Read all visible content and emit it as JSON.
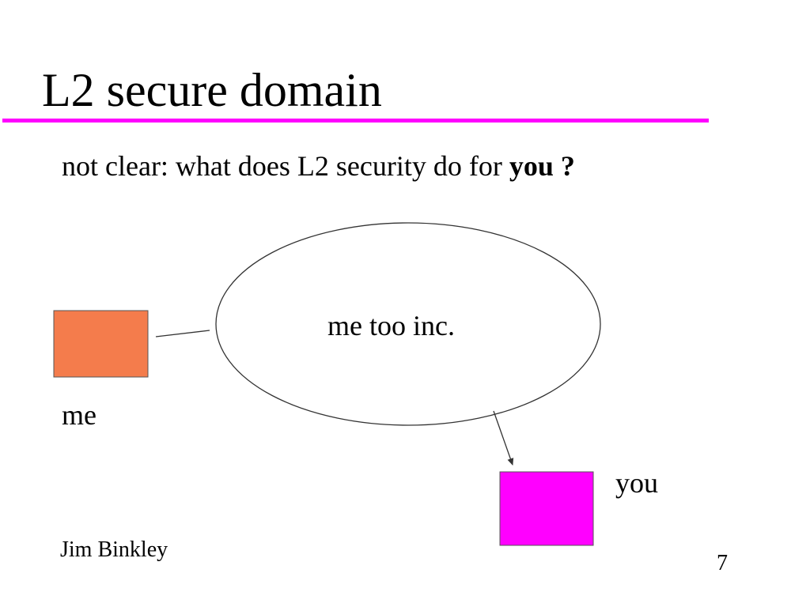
{
  "slide": {
    "title": "L2 secure domain",
    "subtitle_text": "not clear: what does L2 security do for ",
    "subtitle_emphasis": "you ?",
    "accent_color": "#FF00FF"
  },
  "diagram": {
    "cloud_label": "me too inc.",
    "me_label": "me",
    "you_label": "you",
    "me_box_color": "#F47C4C",
    "you_box_color": "#FF00FF",
    "line_color": "#333333"
  },
  "footer": {
    "author": "Jim Binkley",
    "page_number": "7"
  }
}
